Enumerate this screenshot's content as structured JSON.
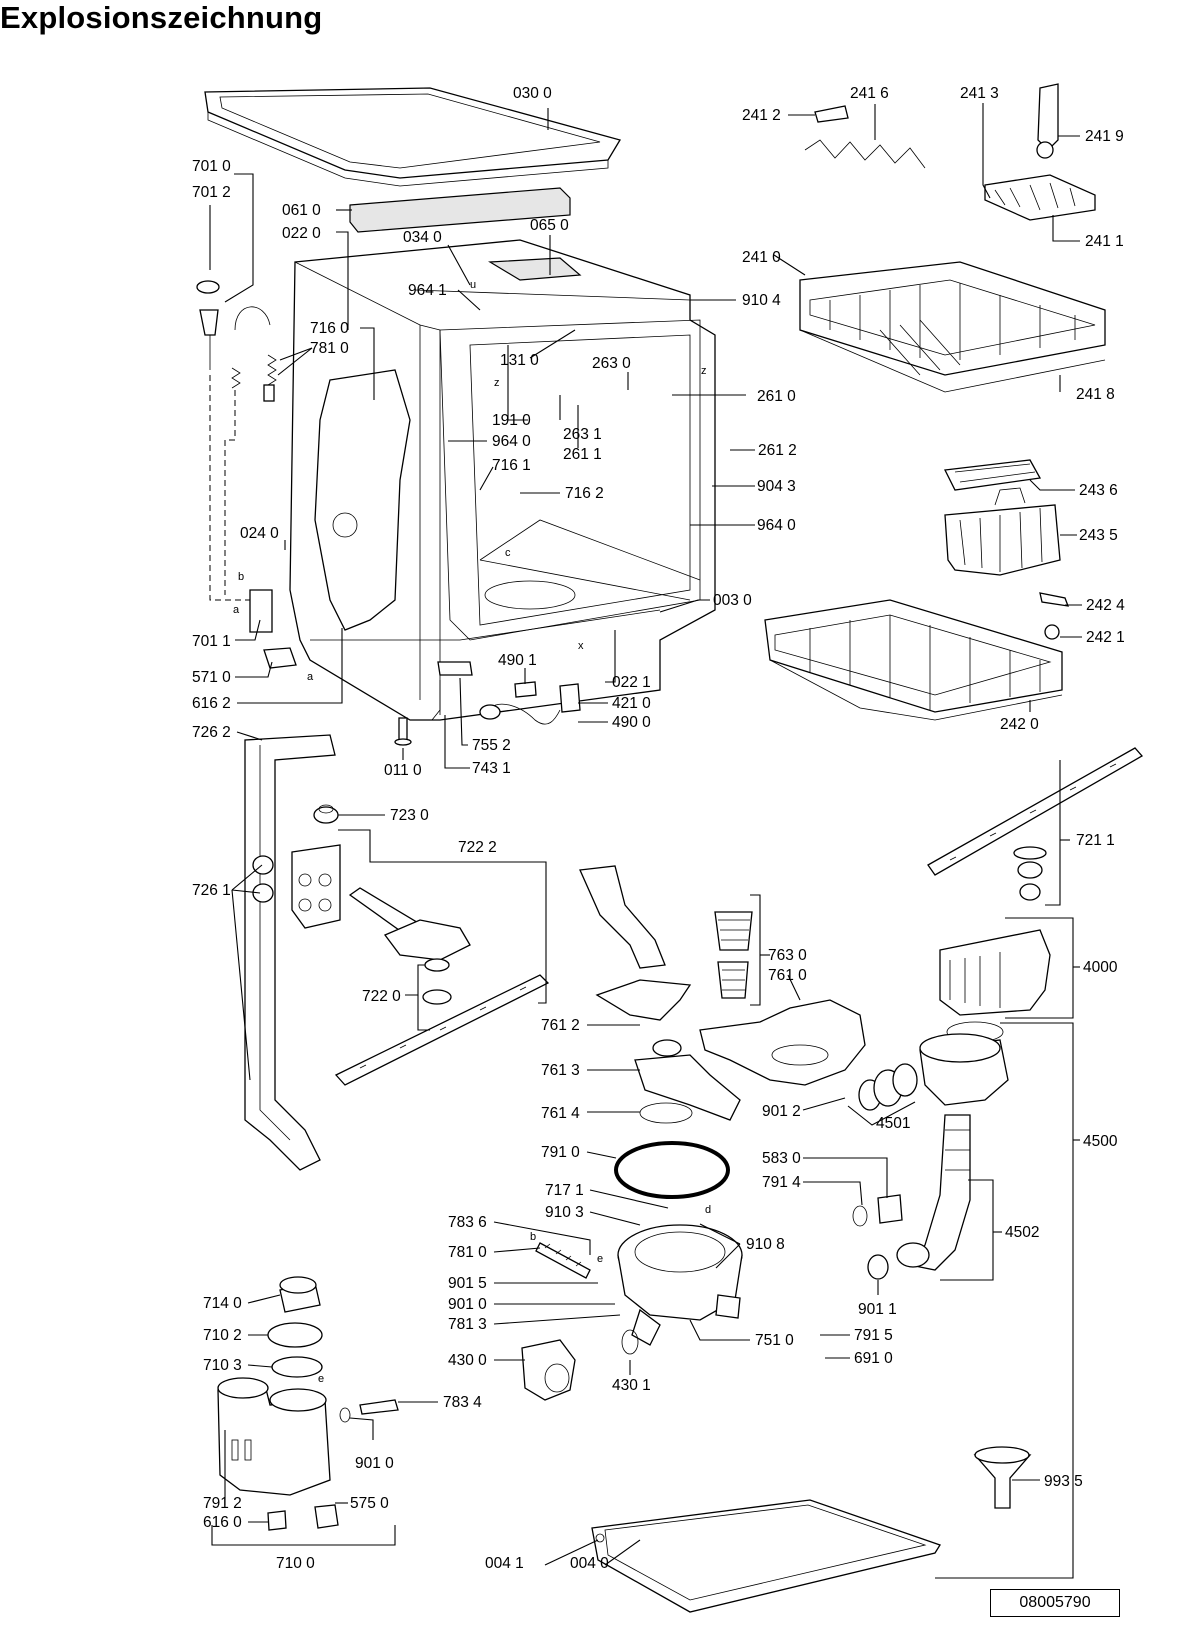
{
  "title": "Explosionszeichnung",
  "doc_number": "08005790",
  "letters": [
    "u",
    "z",
    "z",
    "c",
    "x",
    "b",
    "a",
    "a",
    "b",
    "e",
    "d",
    "e"
  ],
  "labels": [
    "030 0",
    "241 6",
    "241 3",
    "241 2",
    "241 9",
    "241 1",
    "701 0",
    "701 2",
    "061 0",
    "022 0",
    "034 0",
    "065 0",
    "964 1",
    "910 4",
    "716 0",
    "781 0",
    "131 0",
    "263 0",
    "241 0",
    "241 8",
    "261 0",
    "191 0",
    "964 0",
    "263 1",
    "261 1",
    "261 2",
    "716 1",
    "716 2",
    "904 3",
    "964 0",
    "243 6",
    "243 5",
    "024 0",
    "003 0",
    "242 4",
    "242 1",
    "701 1",
    "571 0",
    "490 1",
    "022 1",
    "421 0",
    "490 0",
    "616 2",
    "242 0",
    "726 2",
    "755 2",
    "011 0",
    "743 1",
    "723 0",
    "722 2",
    "721 1",
    "726 1",
    "763 0",
    "761 0",
    "4000",
    "722 0",
    "761 2",
    "761 3",
    "901 2",
    "4501",
    "4500",
    "761 4",
    "791 0",
    "583 0",
    "791 4",
    "717 1",
    "910 3",
    "783 6",
    "910 8",
    "4502",
    "781 0",
    "901 5",
    "901 0",
    "901 1",
    "781 3",
    "751 0",
    "791 5",
    "714 0",
    "710 2",
    "691 0",
    "710 3",
    "430 0",
    "430 1",
    "783 4",
    "901 0",
    "993 5",
    "791 2",
    "575 0",
    "616 0",
    "004 1",
    "004 0",
    "710 0"
  ]
}
